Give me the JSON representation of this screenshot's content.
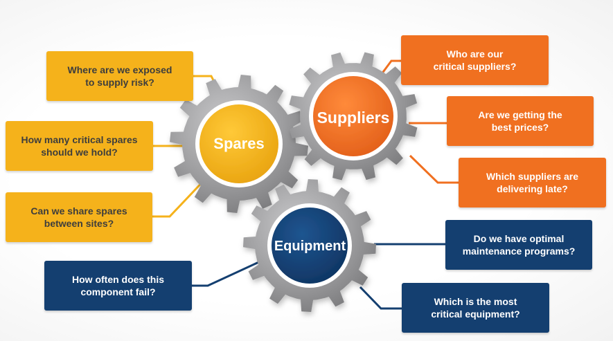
{
  "colors": {
    "spares": "#f5b21b",
    "suppliers": "#f07020",
    "equipment": "#143f70",
    "gear": "#9a9a9c"
  },
  "gears": {
    "spares": {
      "label": "Spares"
    },
    "suppliers": {
      "label": "Suppliers"
    },
    "equipment": {
      "label": "Equipment"
    }
  },
  "spares_questions": [
    "Where are we exposed\nto supply risk?",
    "How many critical spares\nshould we hold?",
    "Can we share spares\nbetween sites?"
  ],
  "suppliers_questions": [
    "Who are our\ncritical suppliers?",
    "Are we getting the\nbest prices?",
    "Which suppliers are\ndelivering late?"
  ],
  "equipment_questions": [
    "How often does this\ncomponent fail?",
    "Do we have optimal\nmaintenance programs?",
    "Which is the most\ncritical equipment?"
  ]
}
